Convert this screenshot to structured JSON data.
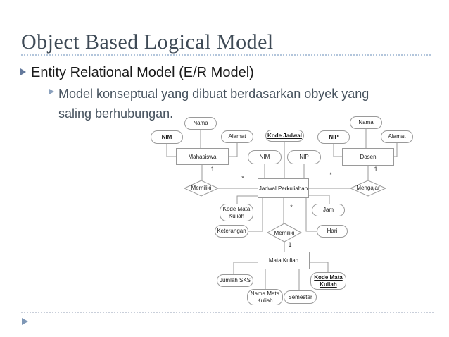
{
  "slide": {
    "title": "Object Based Logical Model",
    "bullets": {
      "level1": "Entity Relational Model (E/R Model)",
      "level2_lines": [
        "Model konseptual yang dibuat berdasarkan obyek yang",
        "saling berhubungan."
      ]
    },
    "colors": {
      "title": "#3e4a56",
      "bullet_text": "#1a1a1a",
      "sub_bullet_text": "#46525e",
      "bullet_marker": "#64799c",
      "sub_bullet_marker": "#8ba1bd",
      "dotted_rule_top": "#b3c6dc",
      "dotted_rule_bottom": "#c9cfda",
      "corner_marker": "#7e97b6",
      "diagram_stroke": "#9a9a9a"
    }
  },
  "diagram": {
    "entities": [
      {
        "label": "Mahasiswa"
      },
      {
        "label": "Jadwal Perkuliahan"
      },
      {
        "label": "Dosen"
      },
      {
        "label": "Mata Kuliah"
      }
    ],
    "relationships": [
      {
        "label": "Memiliki"
      },
      {
        "label": "Mengajar"
      },
      {
        "label": "Memiliki"
      }
    ],
    "attributes": [
      {
        "label": "NIM",
        "key": true
      },
      {
        "label": "Nama",
        "key": false
      },
      {
        "label": "Alamat",
        "key": false
      },
      {
        "label": "Kode Jadwal",
        "key": true
      },
      {
        "label": "NIM",
        "key": false
      },
      {
        "label": "NIP",
        "key": false
      },
      {
        "label": "NIP",
        "key": true
      },
      {
        "label": "Nama",
        "key": false
      },
      {
        "label": "Alamat",
        "key": false
      },
      {
        "label": "Kode Mata Kuliah",
        "key": false
      },
      {
        "label": "Jam",
        "key": false
      },
      {
        "label": "Keterangan",
        "key": false
      },
      {
        "label": "Hari",
        "key": false
      },
      {
        "label": "Jumlah SKS",
        "key": false
      },
      {
        "label": "Nama Mata Kuliah",
        "key": false
      },
      {
        "label": "Semester",
        "key": false
      },
      {
        "label": "Kode Mata Kuliah",
        "key": true
      }
    ],
    "cardinalities": [
      "1",
      "*",
      "1",
      "*",
      "*",
      "1"
    ]
  }
}
